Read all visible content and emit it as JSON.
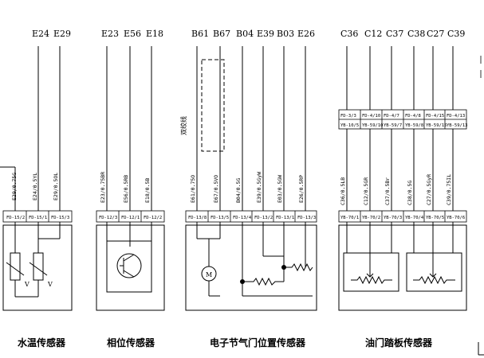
{
  "diagram": {
    "header_codes": [
      "E24",
      "E29",
      "E23",
      "E56",
      "E18",
      "B61",
      "B67",
      "B04",
      "E39",
      "B03",
      "E26",
      "C36",
      "C12",
      "C37",
      "C38",
      "C27",
      "C39"
    ],
    "wire_labels": {
      "water_temp": [
        "E29/0.75G",
        "E24/0.5YL",
        "E29/0.5OL"
      ],
      "phase": [
        "E23/0.75BR",
        "E56/0.5RB",
        "E18/0.5B"
      ],
      "throttle": [
        "E61/0.75O",
        "E67/0.5VO",
        "B04/0.5G",
        "E39/0.5GyW",
        "E03/0.5GW",
        "E26/0.5RP"
      ],
      "pedal": [
        "C36/0.5LB",
        "C12/0.5GR",
        "C37/0.5Br",
        "C38/0.5G",
        "C27/0.5GyR",
        "C39/0.75IL"
      ]
    },
    "connector_pins": {
      "water_temp": [
        "FD-15/2",
        "FD-15/1",
        "FD-15/3"
      ],
      "phase": [
        "FD-12/3",
        "FD-12/1",
        "FD-12/2"
      ],
      "throttle": [
        "FD-13/8",
        "FD-13/5",
        "FD-13/4",
        "FD-13/2",
        "FD-13/1",
        "FD-13/3"
      ],
      "pedal": [
        "YB-70/1",
        "YB-70/2",
        "YB-70/3",
        "YB-70/4",
        "YB-70/5",
        "YB-70/6"
      ]
    },
    "pedal_upper_pins": {
      "top": [
        "FD-3/3",
        "FD-4/10",
        "FD-4/7",
        "FD-4/8",
        "FD-4/15",
        "FD-4/13"
      ],
      "bottom": [
        "YB-10/5",
        "YB-59/10",
        "YB-59/7",
        "YB-59/8",
        "YB-59/15",
        "YB-59/13"
      ]
    },
    "twisted_pair_label": "双绞线",
    "motor_label": "M",
    "thermistor_mark": "V",
    "sensor_names": {
      "water_temp": "水温传感器",
      "phase": "相位传感器",
      "throttle": "电子节气门位置传感器",
      "pedal": "油门踏板传感器"
    }
  }
}
